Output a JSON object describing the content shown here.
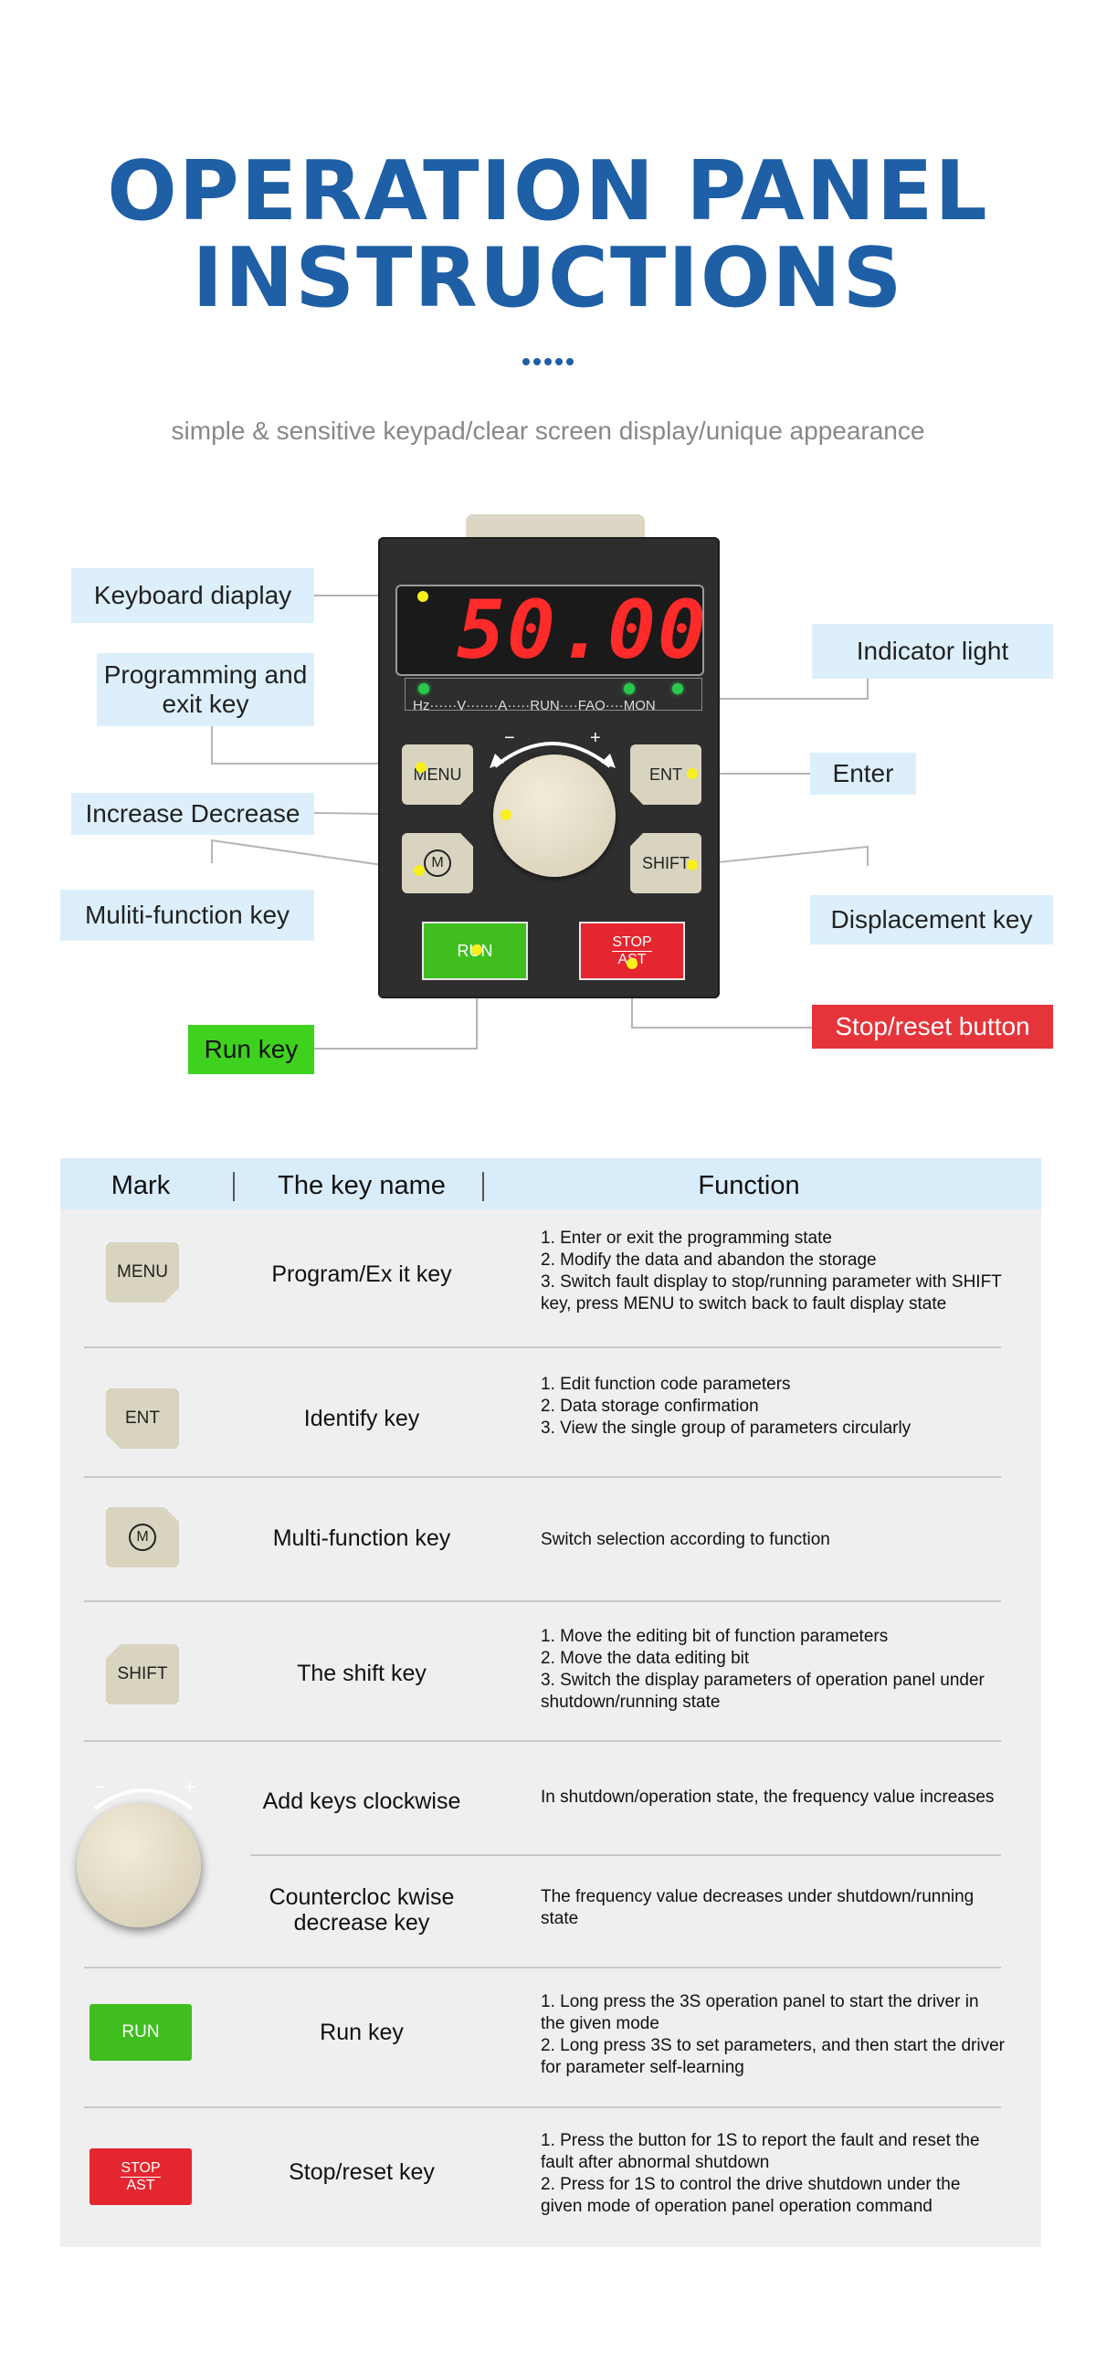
{
  "header": {
    "title_line1": "OPERATION PANEL",
    "title_line2": "INSTRUCTIONS",
    "subtitle": "simple & sensitive keypad/clear screen display/unique appearance"
  },
  "panel": {
    "display_value": "50.00",
    "indicator_labels": "Hz······V·······A·····RUN····FAO····MON",
    "keys": {
      "menu": "MENU",
      "ent": "ENT",
      "m": "M",
      "shift": "SHIFT",
      "run": "RUN",
      "stop_top": "STOP",
      "stop_bottom": "AST"
    },
    "knob_minus": "−",
    "knob_plus": "+"
  },
  "callouts": {
    "keyboard_display": "Keyboard diaplay",
    "programming_exit": "Programming and exit key",
    "increase_decrease": "Increase Decrease",
    "multi_function": "Muliti-function key",
    "run_key": "Run key",
    "indicator_light": "Indicator light",
    "enter": "Enter",
    "displacement": "Displacement key",
    "stop_reset": "Stop/reset button"
  },
  "table": {
    "headers": {
      "mark": "Mark",
      "key_name": "The key name",
      "function": "Function"
    },
    "rows": [
      {
        "mark": "MENU",
        "name": "Program/Ex it key",
        "function": [
          "1. Enter or exit the programming state",
          "2. Modify the data and abandon the storage",
          "3. Switch fault display to stop/running parameter with SHIFT key, press MENU to switch back to fault display state"
        ]
      },
      {
        "mark": "ENT",
        "name": "Identify key",
        "function": [
          "1. Edit function code parameters",
          "2. Data storage confirmation",
          "3. View the single group of parameters circularly"
        ]
      },
      {
        "mark": "M",
        "name": "Multi-function key",
        "function": [
          "Switch selection according to function"
        ]
      },
      {
        "mark": "SHIFT",
        "name": "The shift key",
        "function": [
          "1. Move the editing bit of function parameters",
          "2. Move the data editing bit",
          "3. Switch the display parameters of operation panel under shutdown/running state"
        ]
      },
      {
        "mark": "knob",
        "name": "Add keys clockwise",
        "function": [
          "In shutdown/operation state, the frequency value increases"
        ]
      },
      {
        "mark": "knob",
        "name": "Countercloc kwise decrease key",
        "function": [
          "The frequency value decreases under shutdown/running state"
        ]
      },
      {
        "mark": "RUN",
        "name": "Run key",
        "function": [
          "1. Long press the 3S operation panel to start the driver in the given mode",
          "2. Long press 3S to set parameters, and then start the driver for parameter self-learning"
        ]
      },
      {
        "mark": "STOP/AST",
        "name": "Stop/reset key",
        "function": [
          "1. Press the button for 1S to report the fault and reset the fault after abnormal shutdown",
          "2. Press for 1S to control the drive shutdown under the given mode of operation panel operation command"
        ]
      }
    ]
  },
  "colors": {
    "title_blue": "#1e5fa6",
    "callout_bg": "#ddeffb",
    "run_green": "#3fbe1e",
    "stop_red": "#e3262f"
  }
}
